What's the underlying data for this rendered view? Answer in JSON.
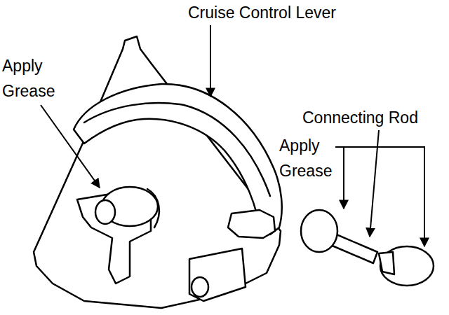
{
  "diagram": {
    "labels": [
      "Cruise Control Lever",
      "Apply Grease",
      "Connecting Rod",
      "Apply Grease"
    ]
  }
}
